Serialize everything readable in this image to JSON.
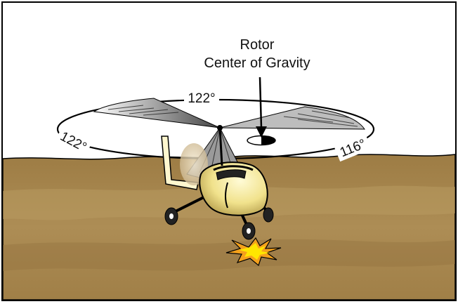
{
  "diagram": {
    "label_line1": "Rotor",
    "label_line2": "Center of Gravity",
    "angle_top": "122°",
    "angle_left": "122°",
    "angle_right": "116°"
  },
  "colors": {
    "ground": "#a8874f",
    "ground_dark": "#8d6f3c",
    "sky": "#ffffff",
    "body": "#f2e38f",
    "outline": "#000000",
    "flash_outer": "#f4a11c",
    "flash_inner": "#ffe600"
  }
}
